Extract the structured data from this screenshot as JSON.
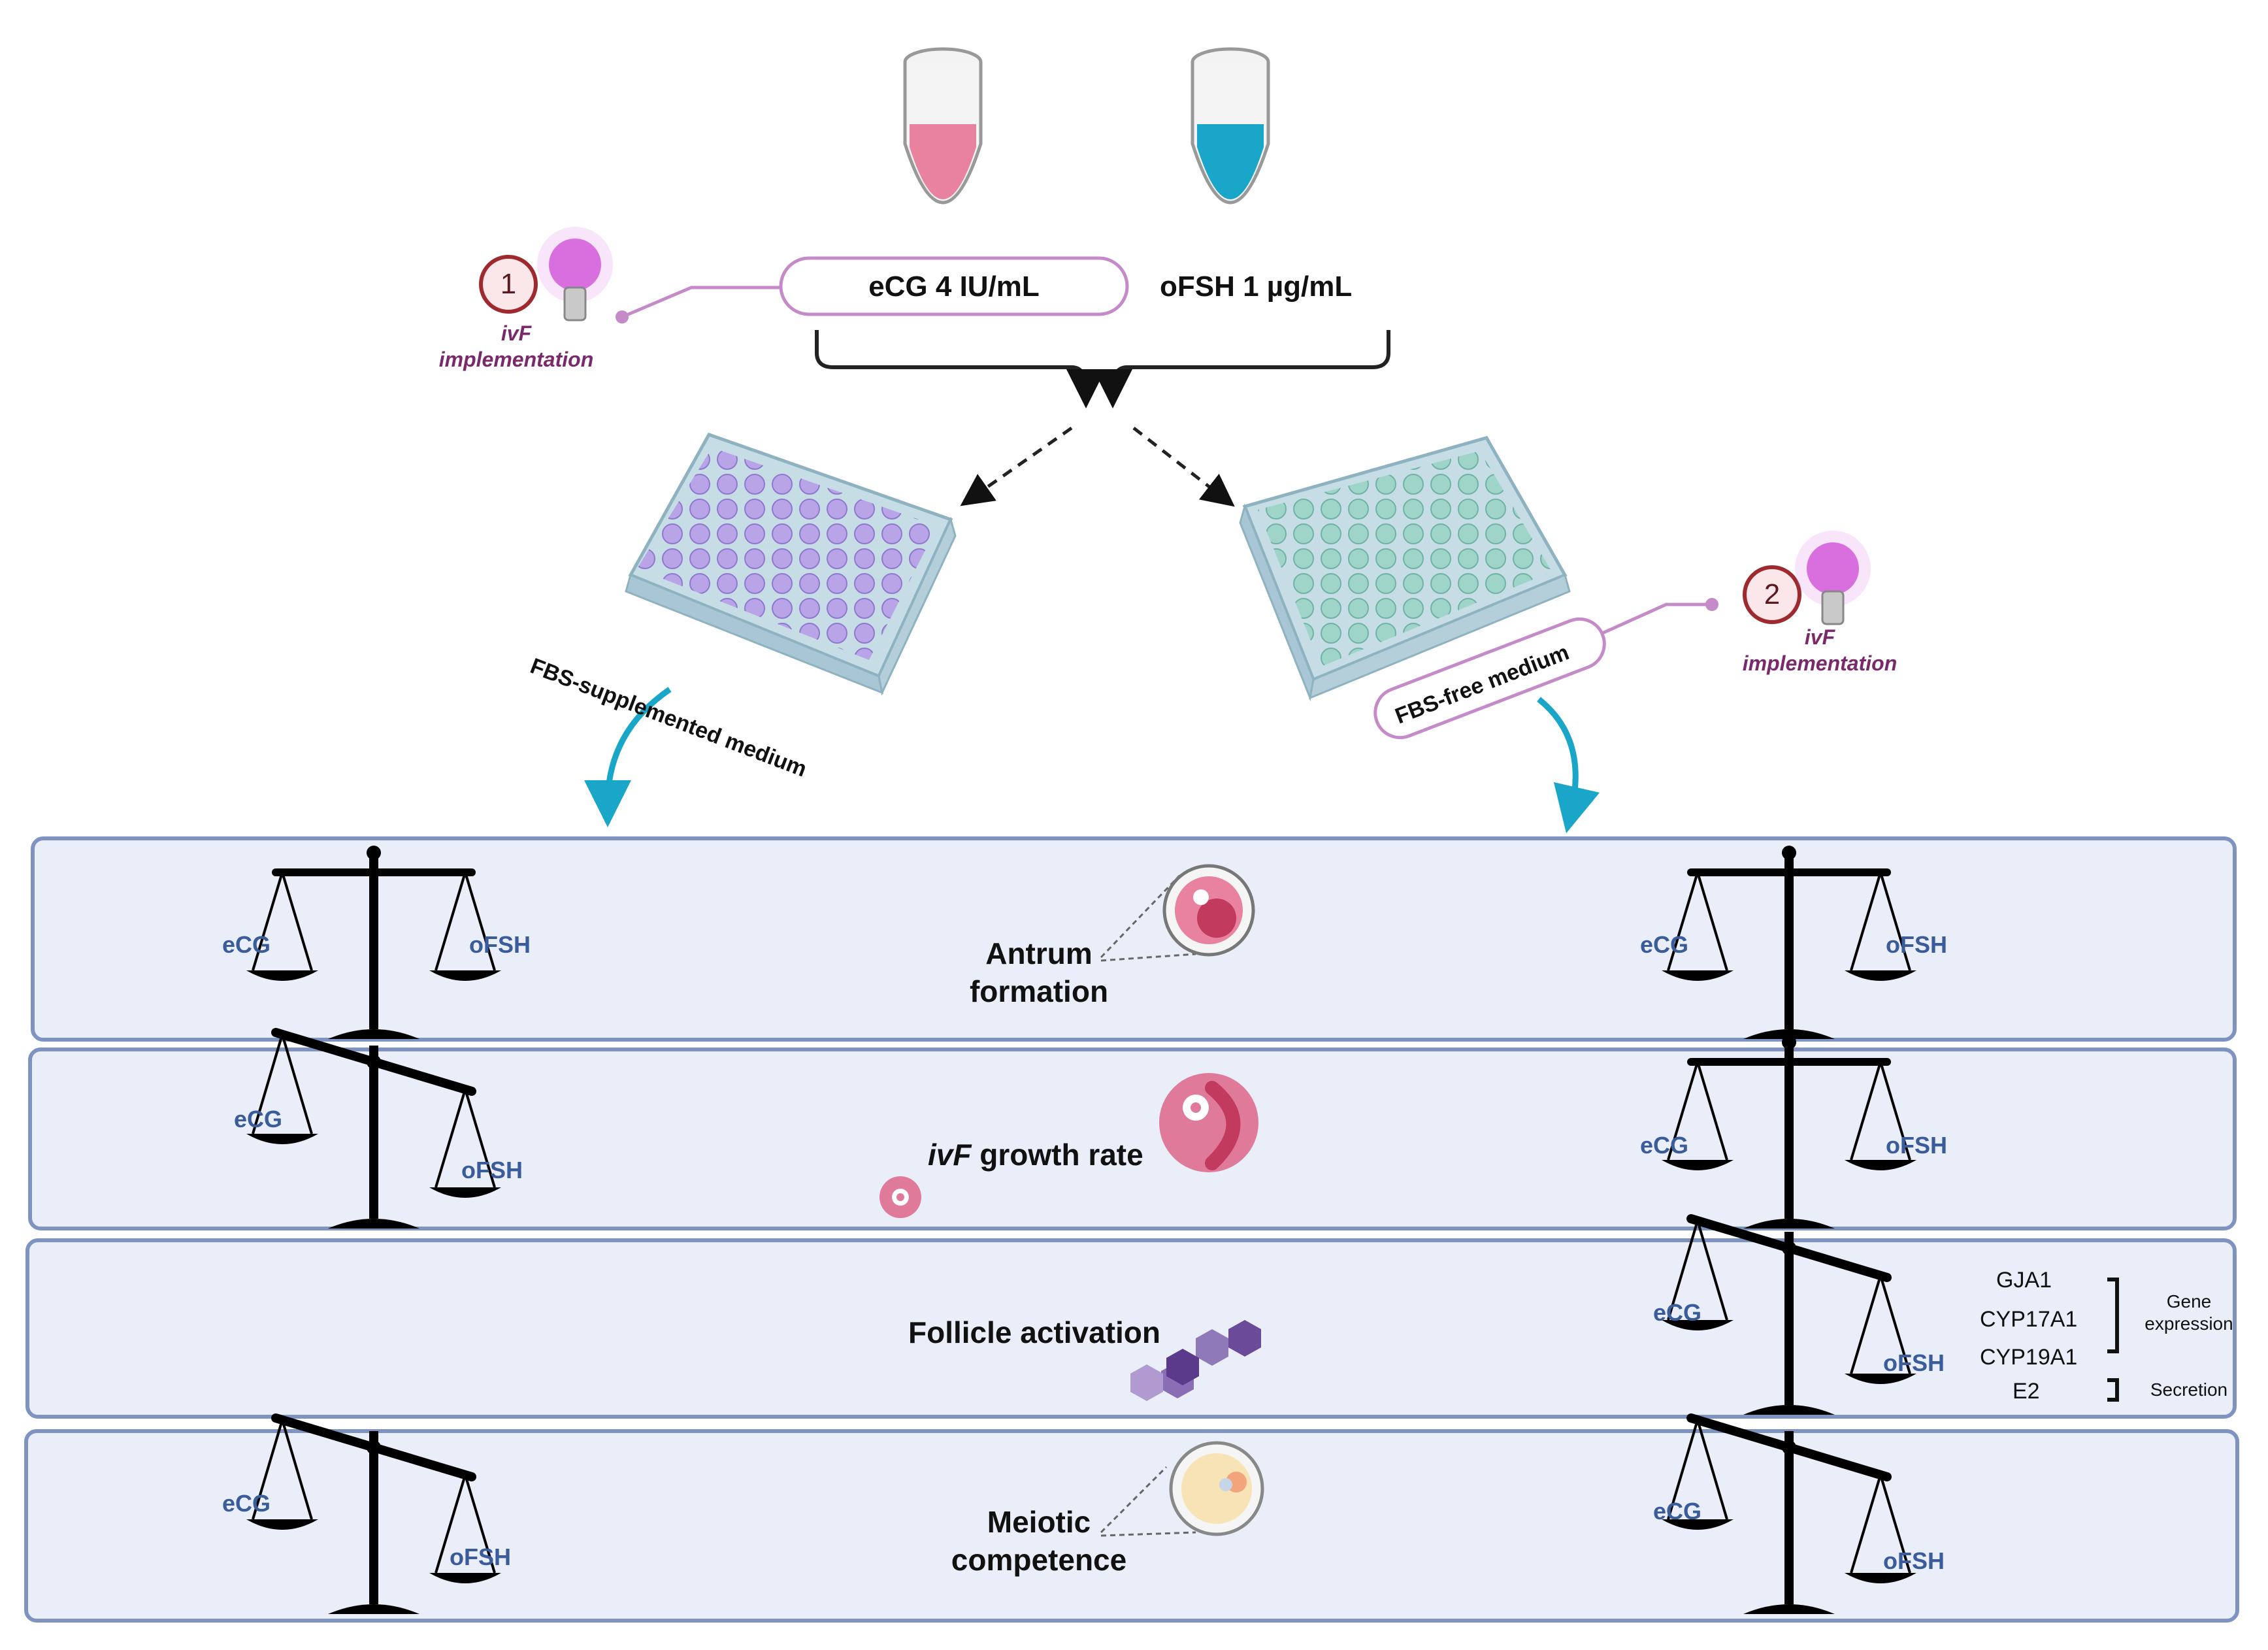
{
  "hormones": {
    "ecg": "eCG 4 IU/mL",
    "ofsh": "oFSH 1 µg/mL"
  },
  "steps": [
    {
      "number": "1",
      "label_italic": "ivF",
      "label": "implementation"
    },
    {
      "number": "2",
      "label_italic": "ivF",
      "label": "implementation"
    }
  ],
  "media": {
    "left": "FBS-supplemented medium",
    "right": "FBS-free medium"
  },
  "scale_labels": {
    "left": "eCG",
    "right": "oFSH"
  },
  "rows": [
    {
      "title_lines": [
        "Antrum",
        "formation"
      ]
    },
    {
      "title_italic": "ivF",
      "title_rest": " growth rate"
    },
    {
      "title_lines": [
        "Follicle activation"
      ]
    },
    {
      "title_lines": [
        "Meiotic",
        "competence"
      ]
    }
  ],
  "genes": {
    "items": [
      "GJA1",
      "CYP17A1",
      "CYP19A1",
      "E2"
    ],
    "expression_note": [
      "Gene",
      "expression"
    ],
    "secretion_note": "Secretion"
  },
  "colors": {
    "ecg_liquid": "#e8829e",
    "ofsh_liquid": "#1aa6c8",
    "panel_fill": "#e9eef8",
    "panel_border": "#7f93c0",
    "bulb": "#d96fe0",
    "arrow_teal": "#1aa6c8",
    "scale_label": "#3b5c9a",
    "step_label": "#7a2a6a"
  }
}
